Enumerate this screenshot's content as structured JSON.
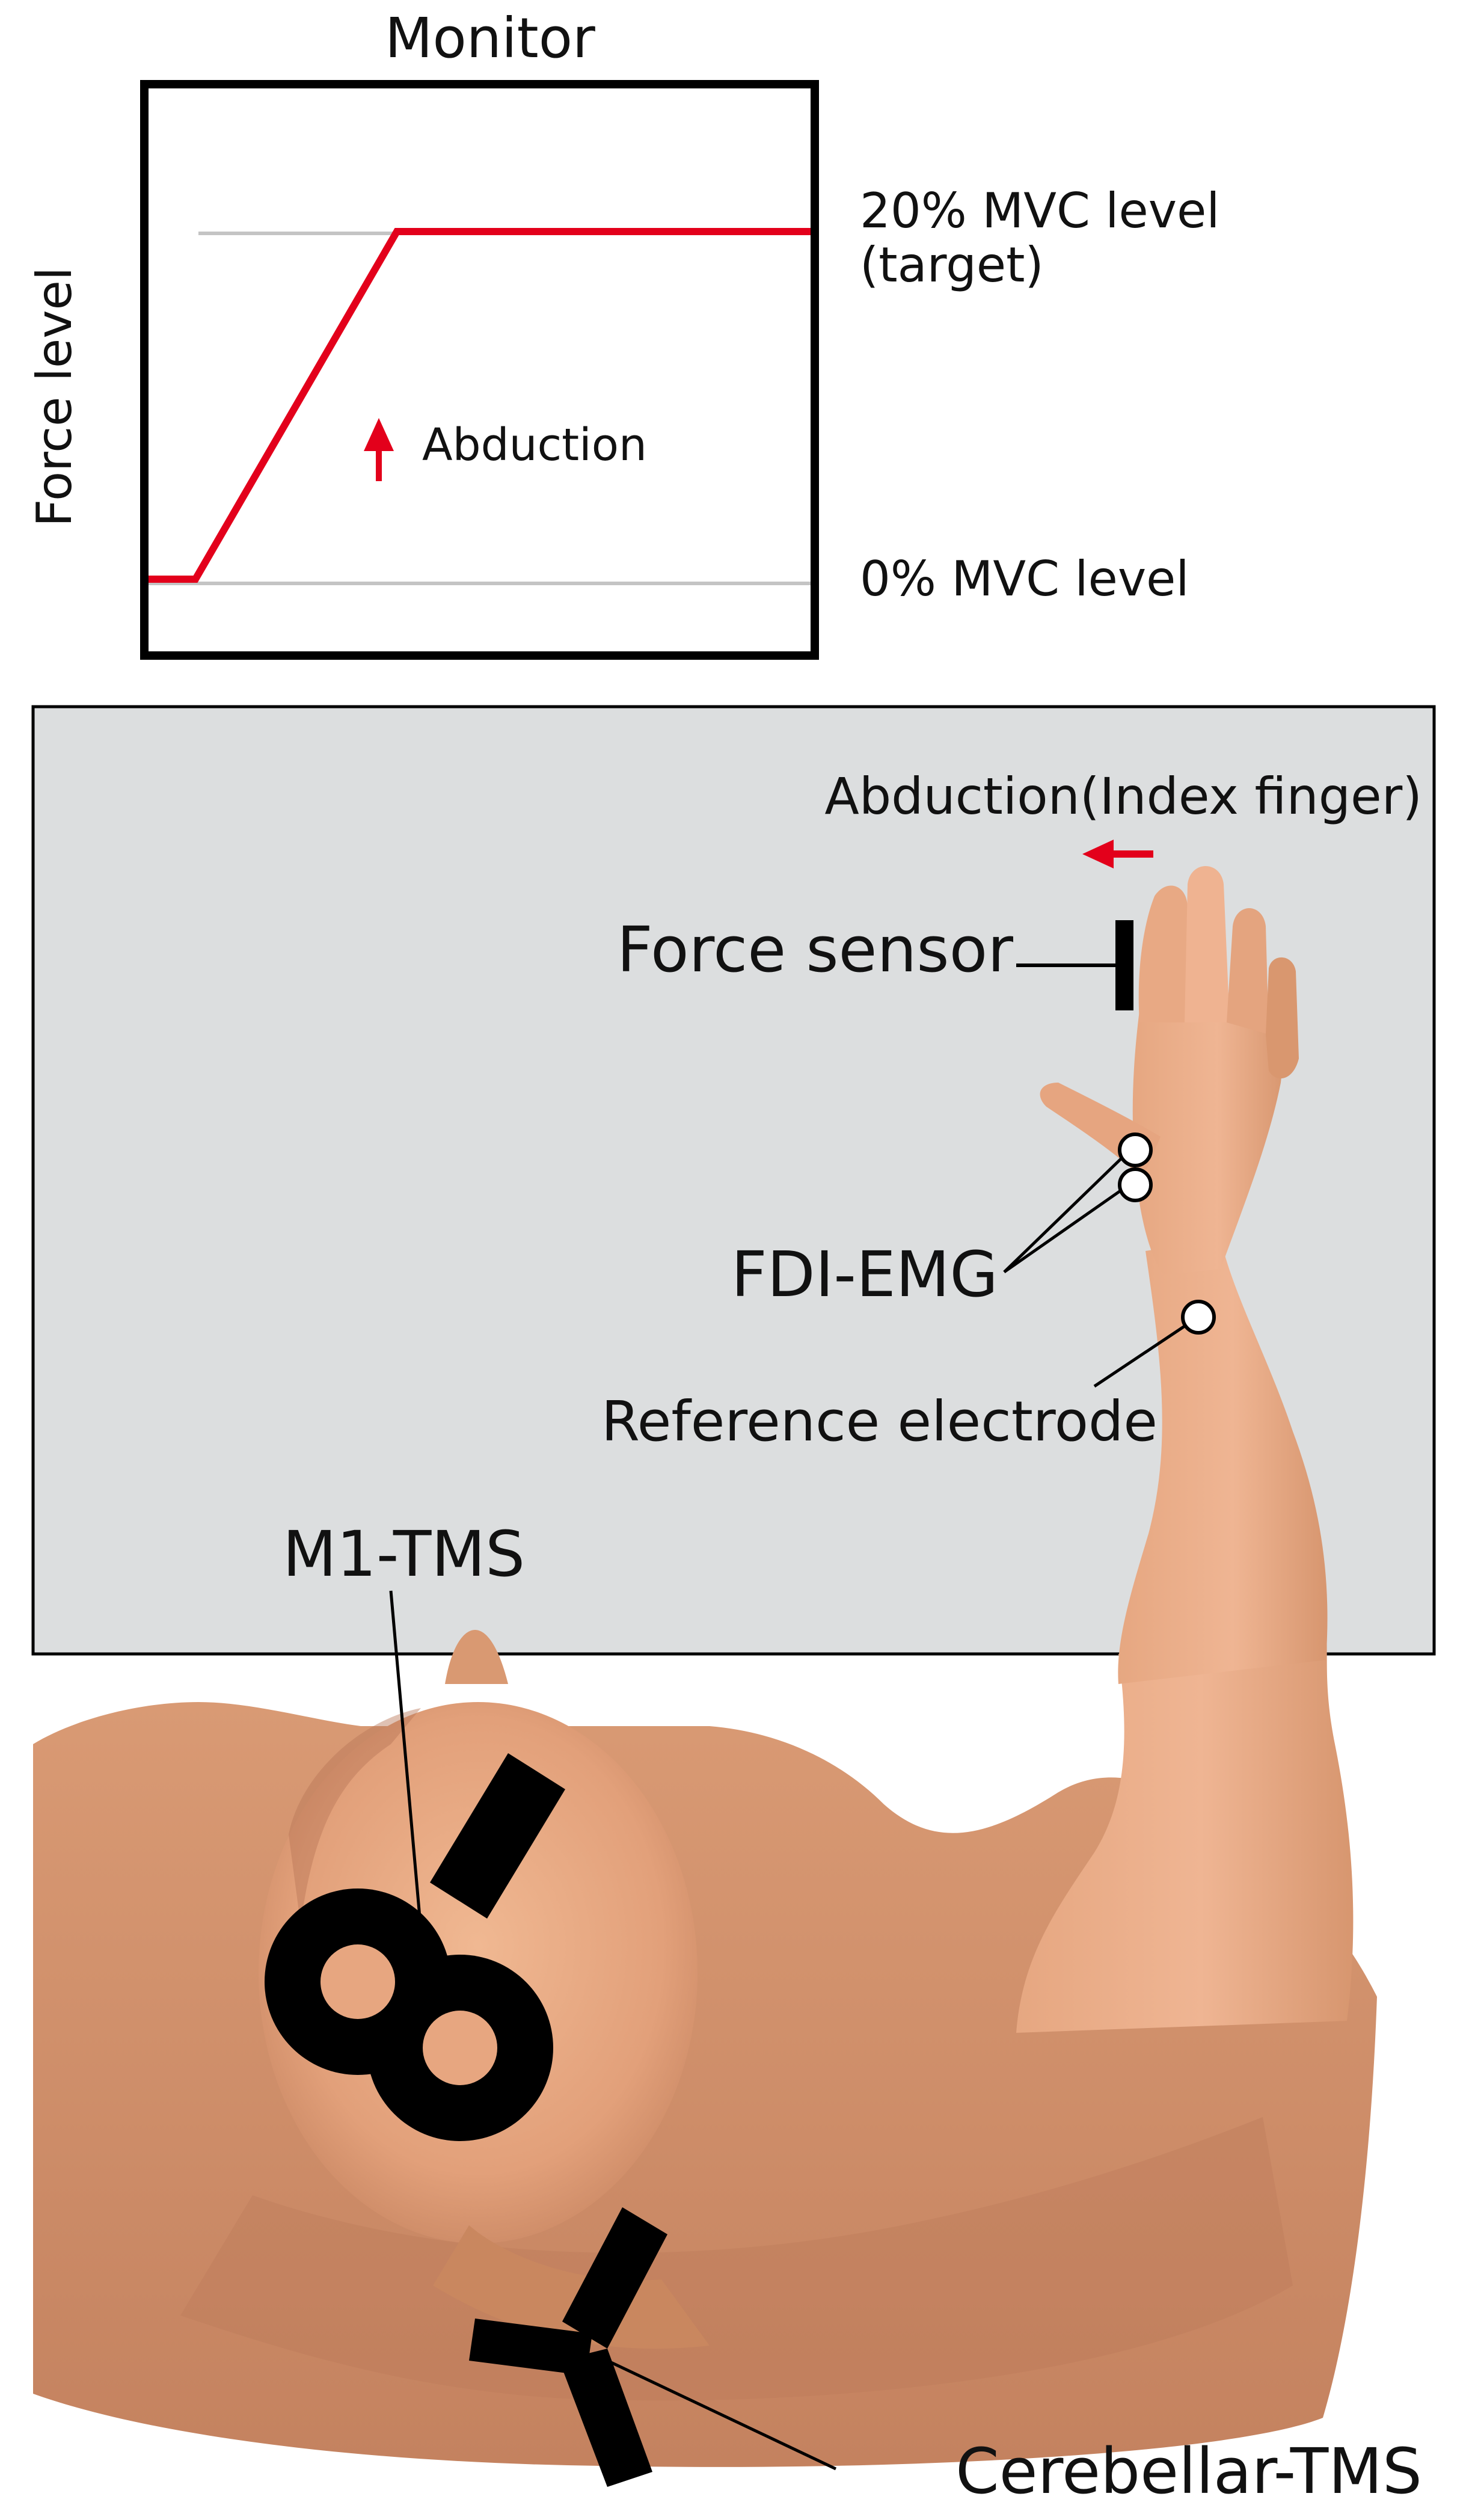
{
  "monitor": {
    "title": "Monitor",
    "y_axis_label": "Force level",
    "target_level_label_line1": "20% MVC level",
    "target_level_label_line2": "(target)",
    "zero_level_label": "0% MVC level",
    "direction_label": "Abduction",
    "trace_color": "#e3001b",
    "level_line_color": "#c4c4c4"
  },
  "setup": {
    "direction_label": "Abduction(Index finger)",
    "force_sensor_label": "Force sensor",
    "emg_label": "FDI-EMG",
    "reference_label": "Reference electrode",
    "table_color": "#dcdedf",
    "skin_color": "#e9a883",
    "arrow_color": "#e3001b"
  },
  "stimulation": {
    "m1_label": "M1-TMS",
    "cerebellar_label": "Cerebellar-TMS",
    "coil_color": "#000000"
  }
}
